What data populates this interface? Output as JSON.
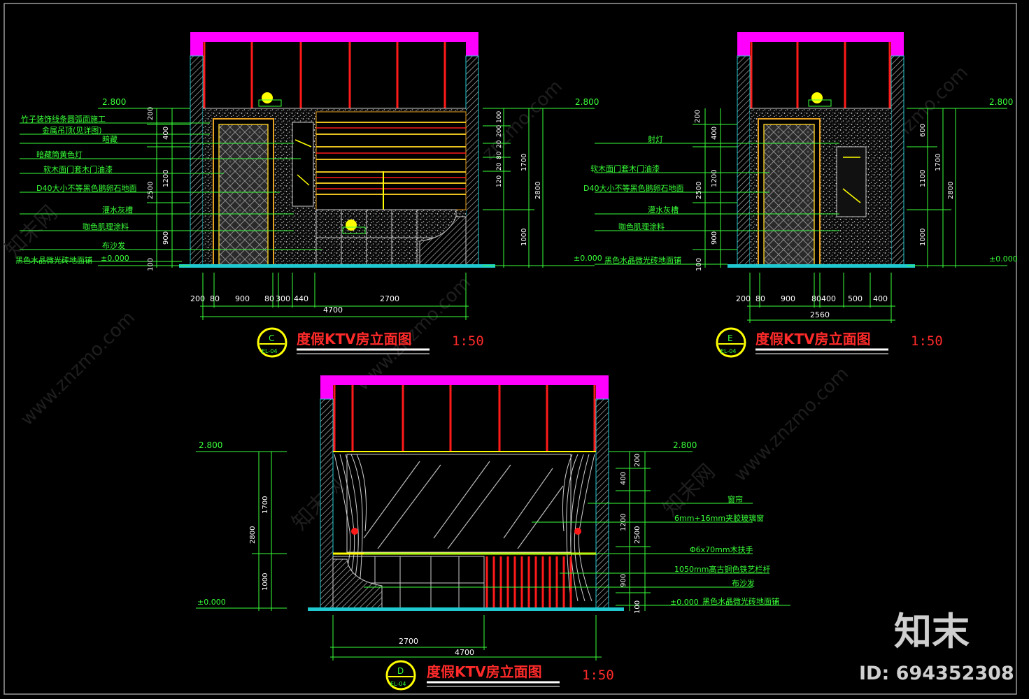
{
  "colors": {
    "background": "#000000",
    "ceiling": "#ff00ff",
    "panel_red": "#ff1a1a",
    "wall_cyan": "#20c8d0",
    "dim_green": "#39ff39",
    "title_yellow": "#ffff00",
    "text_white": "#ffffff",
    "orange": "#e8a020"
  },
  "watermarks": {
    "url": "www.znzmo.com",
    "site": "znzmo.com",
    "cn": "知末网"
  },
  "brand": {
    "logo": "知末",
    "id_label": "ID: 694352308"
  },
  "elevation_c": {
    "title": "度假KTV房立面图",
    "scale": "1:50",
    "marker_letter": "C",
    "marker_sheet": "EL-04",
    "level_top": "2.800",
    "level_zero": "±0.000",
    "left_dims": [
      "200",
      "400",
      "1200",
      "2500",
      "900",
      "100"
    ],
    "right_dims_small": [
      "100",
      "200",
      "20",
      "80",
      "20",
      "120"
    ],
    "right_dims_mid": [
      "1700",
      "1000"
    ],
    "right_dim_total": "2800",
    "bottom_dims": [
      "200",
      "80",
      "900",
      "80",
      "300",
      "440",
      "2700"
    ],
    "bottom_total": "4700",
    "annotations": [
      "竹子装饰线条圆弧面施工",
      "金属吊顶(见详图)",
      "暗藏",
      "暗藏筒黄色灯",
      "软木面门套木门油漆",
      "D40大小不等黑色鹅卵石地面",
      "灌水灰槽",
      "咖色肌理涂料",
      "布沙发",
      "黑色水晶微光砖地面铺"
    ]
  },
  "elevation_e": {
    "title": "度假KTV房立面图",
    "scale": "1:50",
    "marker_letter": "E",
    "marker_sheet": "EL-04",
    "level_top": "2.800",
    "level_zero": "±0.000",
    "left_dims": [
      "200",
      "400",
      "1200",
      "2500",
      "900",
      "100"
    ],
    "right_dims_mid": [
      "600",
      "1100",
      "1000"
    ],
    "right_dims_2": [
      "1700"
    ],
    "right_dim_total": "2800",
    "bottom_dims": [
      "200",
      "80",
      "900",
      "80",
      "400",
      "500",
      "400"
    ],
    "bottom_total": "2560",
    "annotations": [
      "射灯",
      "软木面门套木门油漆",
      "D40大小不等黑色鹅卵石地面",
      "灌水灰槽",
      "咖色肌理涂料",
      "黑色水晶微光砖地面铺"
    ]
  },
  "elevation_d": {
    "title": "度假KTV房立面图",
    "scale": "1:50",
    "marker_letter": "D",
    "marker_sheet": "EL-04",
    "level_top": "2.800",
    "level_zero": "±0.000",
    "left_dims": [
      "1700",
      "1000"
    ],
    "left_dim_total": "2800",
    "right_dims": [
      "200",
      "400",
      "1200",
      "2500",
      "900",
      "100"
    ],
    "bottom_dims": [
      "2700"
    ],
    "bottom_total": "4700",
    "annotations": [
      "窗帘",
      "6mm+16mm夹胶玻璃窗",
      "Φ6x70mm木扶手",
      "1050mm高古铜色铁艺栏杆",
      "布沙发",
      "黑色水晶微光砖地面铺"
    ]
  }
}
